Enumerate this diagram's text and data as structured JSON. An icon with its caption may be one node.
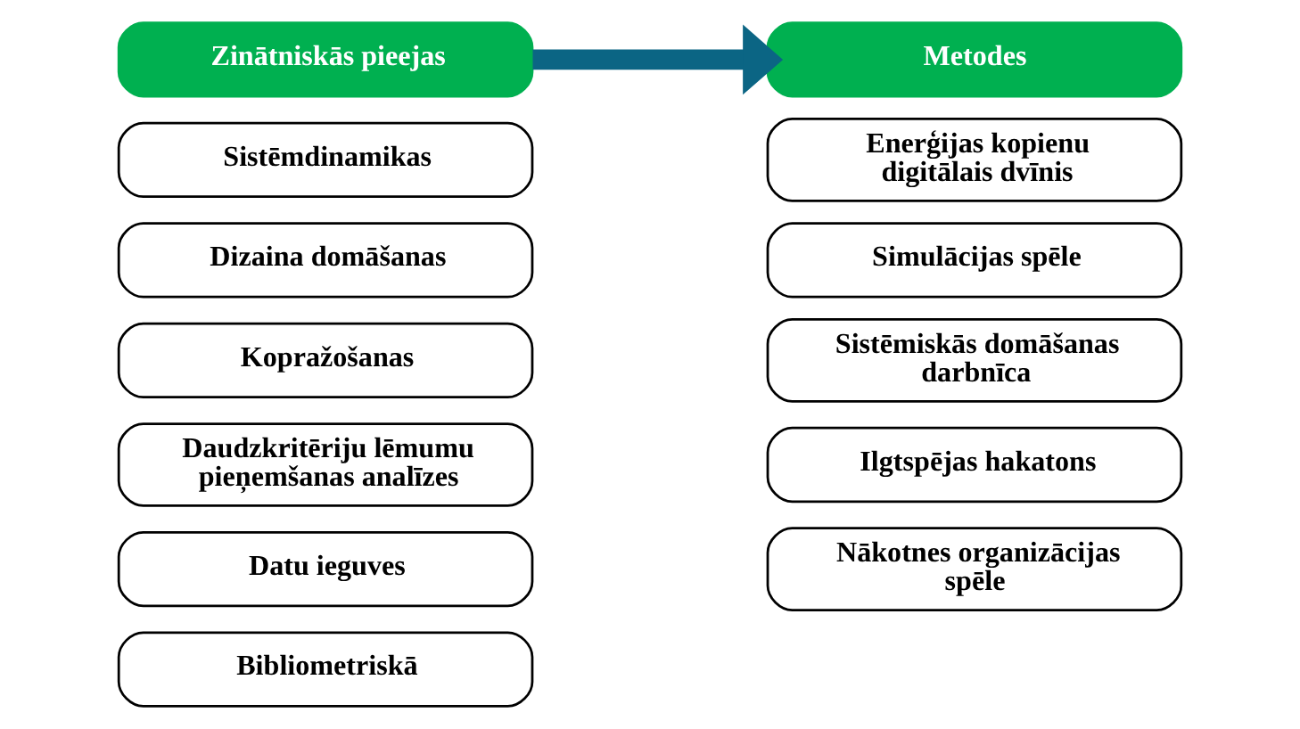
{
  "diagram": {
    "nodes": [
      {
        "text": [
          "Zinātniskās pieejas"
        ]
      },
      {
        "text": [
          "Sistēmdinamikas"
        ]
      },
      {
        "text": [
          "Dizaina domāšanas"
        ]
      },
      {
        "text": [
          "Kopražošanas"
        ]
      },
      {
        "text": [
          "Daudzkritēriju lēmumu pieņemšanas analīzes"
        ]
      },
      {
        "text": [
          "Datu ieguves"
        ]
      },
      {
        "text": [
          "Bibliometriskā"
        ]
      },
      {
        "text": [
          "Metodes"
        ]
      },
      {
        "text": [
          "Enerģijas kopienu digitālais dvīnis"
        ]
      },
      {
        "text": [
          "Simulācijas spēle"
        ]
      },
      {
        "text": [
          "Sistēmiskās domāšanas darbnīca"
        ]
      },
      {
        "text": [
          "Ilgtspējas hakatons"
        ]
      },
      {
        "text": [
          "Nākotnes organizācijas spēle"
        ]
      }
    ],
    "edges": [
      {
        "from": 0,
        "to": 7,
        "arrow": "to",
        "color": "#0b6584"
      }
    ]
  }
}
